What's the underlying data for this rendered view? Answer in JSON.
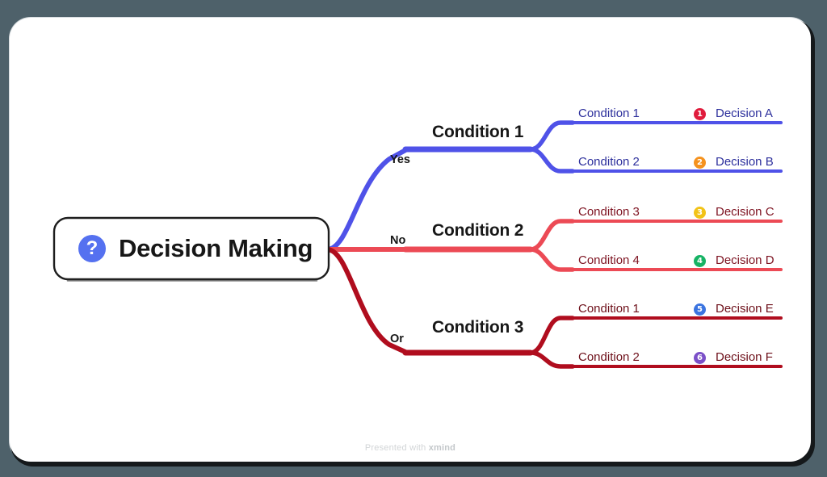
{
  "canvas": {
    "background_color": "#4e616a",
    "sheet_color": "#ffffff"
  },
  "root": {
    "label": "Decision Making",
    "icon": "question-mark-icon",
    "icon_glyph": "?",
    "icon_color": "#5571f0"
  },
  "branches": [
    {
      "tag": "Yes",
      "topic": "Condition 1",
      "color": "#4f52e8",
      "text_color": "#2c2f9c",
      "leaves": [
        {
          "condition": "Condition 1",
          "number": "1",
          "badge_color": "#e01b3c",
          "decision": "Decision A"
        },
        {
          "condition": "Condition 2",
          "number": "2",
          "badge_color": "#f5921e",
          "decision": "Decision B"
        }
      ]
    },
    {
      "tag": "No",
      "topic": "Condition 2",
      "color": "#ec4a55",
      "text_color": "#7d1220",
      "leaves": [
        {
          "condition": "Condition 3",
          "number": "3",
          "badge_color": "#f2c318",
          "decision": "Decision C"
        },
        {
          "condition": "Condition 4",
          "number": "4",
          "badge_color": "#16b364",
          "decision": "Decision D"
        }
      ]
    },
    {
      "tag": "Or",
      "topic": "Condition 3",
      "color": "#b00d1e",
      "text_color": "#6d0f19",
      "leaves": [
        {
          "condition": "Condition 1",
          "number": "5",
          "badge_color": "#3b74e0",
          "decision": "Decision E"
        },
        {
          "condition": "Condition 2",
          "number": "6",
          "badge_color": "#7b50c8",
          "decision": "Decision F"
        }
      ]
    }
  ],
  "footer": {
    "prefix": "Presented with ",
    "brand": "xmind"
  }
}
